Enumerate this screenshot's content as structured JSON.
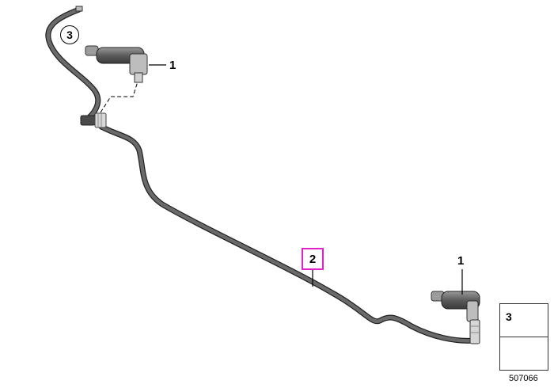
{
  "callouts": {
    "nozzle_top_label": "1",
    "nozzle_bottom_label": "1",
    "hose_label": "2",
    "clip_label": "3"
  },
  "legend": {
    "clip_label": "3"
  },
  "diagram_number": "507066",
  "colors": {
    "highlight": "#e020c8",
    "hose": "#5a5a5a",
    "outline": "#000000"
  }
}
